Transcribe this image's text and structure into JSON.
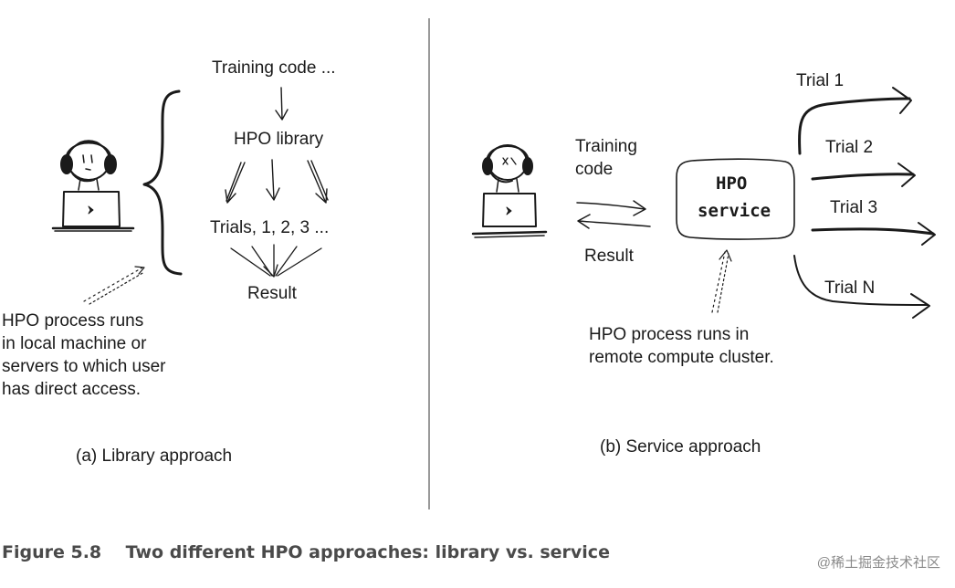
{
  "library": {
    "training_code": "Training code ...",
    "hpo_library": "HPO library",
    "trials": "Trials, 1, 2, 3 ...",
    "result": "Result",
    "note_lines": [
      "HPO process runs",
      "in local machine or",
      "servers to which user",
      "has direct access."
    ],
    "caption": "(a) Library approach"
  },
  "service": {
    "training_code_lines": [
      "Training",
      "code"
    ],
    "result": "Result",
    "hpo_service_lines": [
      "HPO",
      "service"
    ],
    "trials": [
      "Trial 1",
      "Trial 2",
      "Trial 3",
      "Trial N"
    ],
    "note_lines": [
      "HPO process runs in",
      "remote compute cluster."
    ],
    "caption": "(b) Service approach"
  },
  "figure_caption": "Figure 5.8    Two different HPO approaches: library vs. service",
  "watermark": "@稀土掘金技术社区",
  "colors": {
    "ink": "#1a1a1a",
    "caption_gray": "#4a4a4a",
    "divider": "#555555",
    "watermark": "#8a8a8a"
  }
}
